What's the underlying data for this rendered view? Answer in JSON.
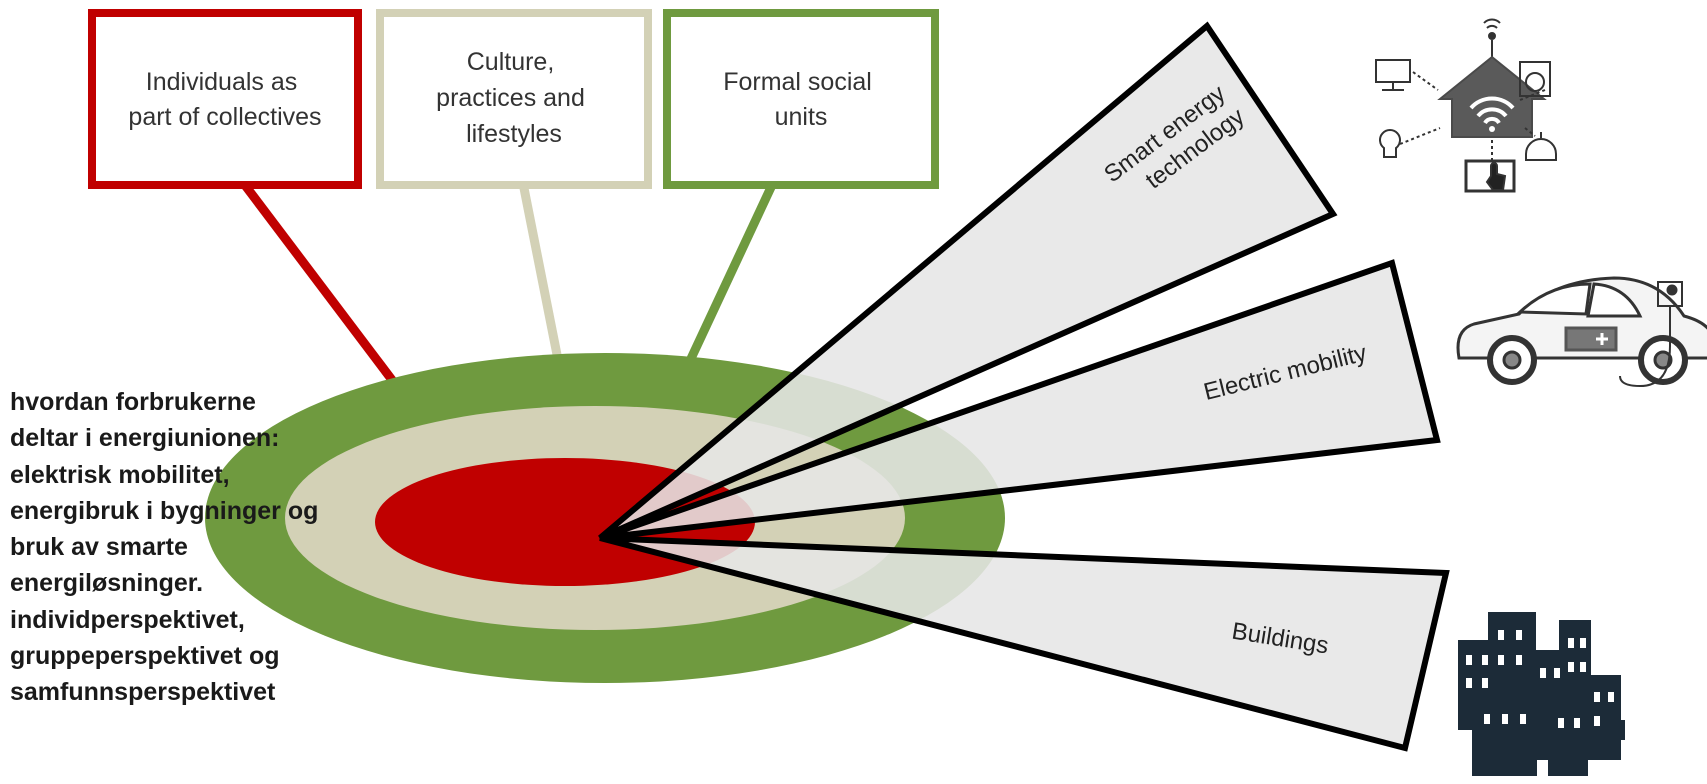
{
  "boxes": [
    {
      "lines": [
        "Individuals as",
        "part of collectives"
      ],
      "color": "#c00000"
    },
    {
      "lines": [
        "Culture,",
        "practices and",
        "lifestyles"
      ],
      "color": "#d3d1b6"
    },
    {
      "lines": [
        "Formal social",
        "units"
      ],
      "color": "#6f9a3f"
    }
  ],
  "beams": [
    {
      "lines": [
        "Smart energy",
        "technology"
      ],
      "icon": "smart-home-icon"
    },
    {
      "lines": [
        "Electric mobility"
      ],
      "icon": "electric-car-icon"
    },
    {
      "lines": [
        "Buildings"
      ],
      "icon": "city-buildings-icon"
    }
  ],
  "caption": [
    "hvordan forbrukerne",
    "deltar i energiunionen:",
    "elektrisk mobilitet,",
    "energibruk i bygninger og",
    "bruk av smarte",
    "energiløsninger.",
    "individperspektivet,",
    "gruppeperspektivet og",
    "samfunnsperspektivet"
  ],
  "colors": {
    "red": "#c00000",
    "beige": "#d3d1b6",
    "green": "#6f9a3f",
    "beam_fill": "#e6e6e6",
    "icon_dark": "#1c2b38"
  }
}
